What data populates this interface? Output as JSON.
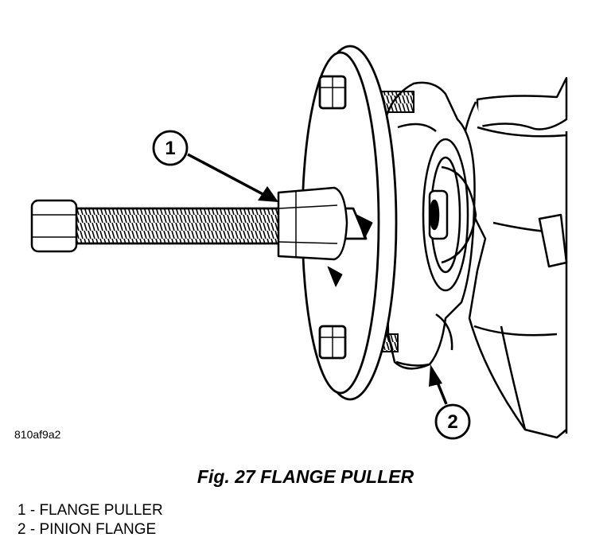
{
  "figure": {
    "image_id": "810af9a2",
    "caption": "Fig. 27 FLANGE PULLER",
    "callouts": [
      {
        "number": "1"
      },
      {
        "number": "2"
      }
    ],
    "legend": [
      {
        "text": "1 - FLANGE PULLER"
      },
      {
        "text": "2 - PINION FLANGE"
      }
    ]
  }
}
